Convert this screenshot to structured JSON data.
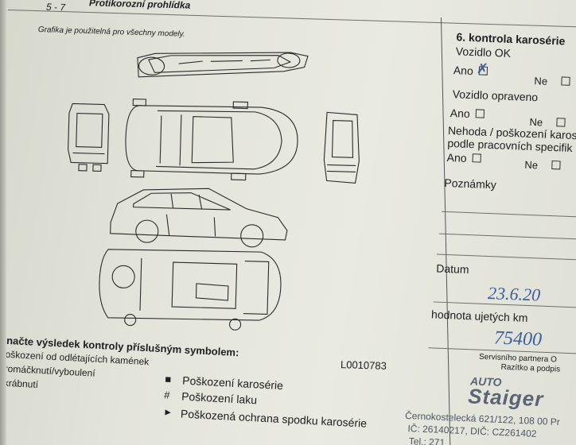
{
  "header": {
    "page_number": "5 - 7",
    "title": "Protikorozní prohlídka"
  },
  "graphic_note": "Grafika je použitelná pro všechny modely.",
  "illustration_code": "L0010783",
  "legend": {
    "heading": "Označte výsledek kontroly příslušným symbolem:",
    "left_items": [
      "Poškození od odlétajících kamének",
      "Promáčknutí/vyboulení",
      "Škrábnutí"
    ],
    "right_items": [
      {
        "symbol": "■",
        "label": "Poškození karosérie"
      },
      {
        "symbol": "#",
        "label": "Poškození laku"
      },
      {
        "symbol": "►",
        "label": "Poškozená ochrana spodku karosérie"
      }
    ]
  },
  "control": {
    "title": "6. kontrola karosérie",
    "vehicle_ok": "Vozidlo OK",
    "vehicle_repaired": "Vozidlo opraveno",
    "accident_label_1": "Nehoda / poškození karos",
    "accident_label_2": "podle pracovních specifik",
    "yes": "Ano",
    "no": "Ne",
    "vehicle_ok_checked": "yes",
    "notes": "Poznámky",
    "date_label": "Datum",
    "date_value": "23.6.20",
    "mileage_label": "hodnota ujetých km",
    "mileage_value": "75400"
  },
  "stamp": {
    "service_partner": "Servisního partnera O",
    "stamp_signature": "Razítko a podpis",
    "company_brand_1": "AUTO",
    "company_brand_2": "Staiger",
    "address": "Černokostelecká 621/122, 108 00 Pr",
    "ids": "IČ: 26140217, DIČ: CZ261402",
    "phone": "Tel.: 271"
  }
}
